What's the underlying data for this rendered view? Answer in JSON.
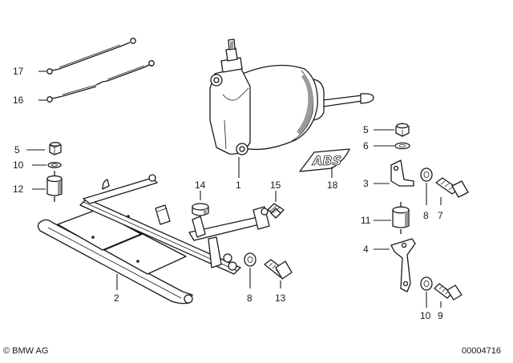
{
  "diagram": {
    "callouts": {
      "c17": "17",
      "c16": "16",
      "c5_left": "5",
      "c10_left": "10",
      "c12": "12",
      "c14": "14",
      "c1": "1",
      "c15": "15",
      "c18": "18",
      "c2": "2",
      "c8_bottom": "8",
      "c13": "13",
      "c5_right": "5",
      "c6": "6",
      "c3": "3",
      "c8_right": "8",
      "c7": "7",
      "c11": "11",
      "c4": "4",
      "c10_right": "10",
      "c9": "9"
    },
    "abs_logo_text": "ABS",
    "footer": {
      "copyright": "© BMW AG",
      "image_number": "00004716"
    }
  }
}
